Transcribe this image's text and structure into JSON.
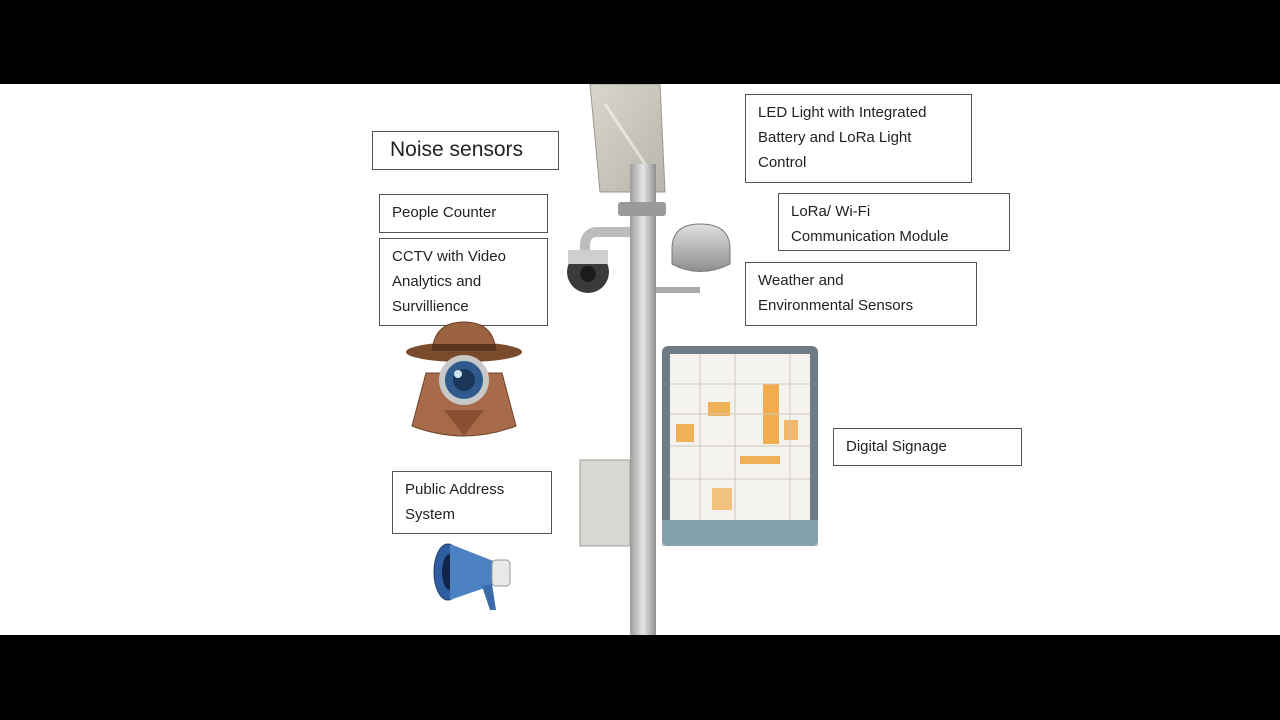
{
  "labels": {
    "noise_sensors": "Noise sensors",
    "people_counter": "People Counter",
    "cctv": "CCTV with Video\nAnalytics and\nSurvillience",
    "public_address": "Public Address\nSystem",
    "led_light": "LED Light with Integrated\nBattery and LoRa Light\nControl",
    "lora_wifi": "LoRa/ Wi-Fi\nCommunication Module",
    "weather": "Weather and\nEnvironmental Sensors",
    "digital_signage": "Digital Signage"
  },
  "colors": {
    "letterbox": "#000000",
    "background": "#ffffff",
    "label_border": "#555555",
    "pole": "#c8c8c8",
    "map_accent": "#f0a030",
    "megaphone": "#3f6fb0",
    "spy_hat": "#8b5a3c"
  },
  "icons": [
    "spy-detective-icon",
    "megaphone-icon",
    "smart-pole-illustration"
  ]
}
